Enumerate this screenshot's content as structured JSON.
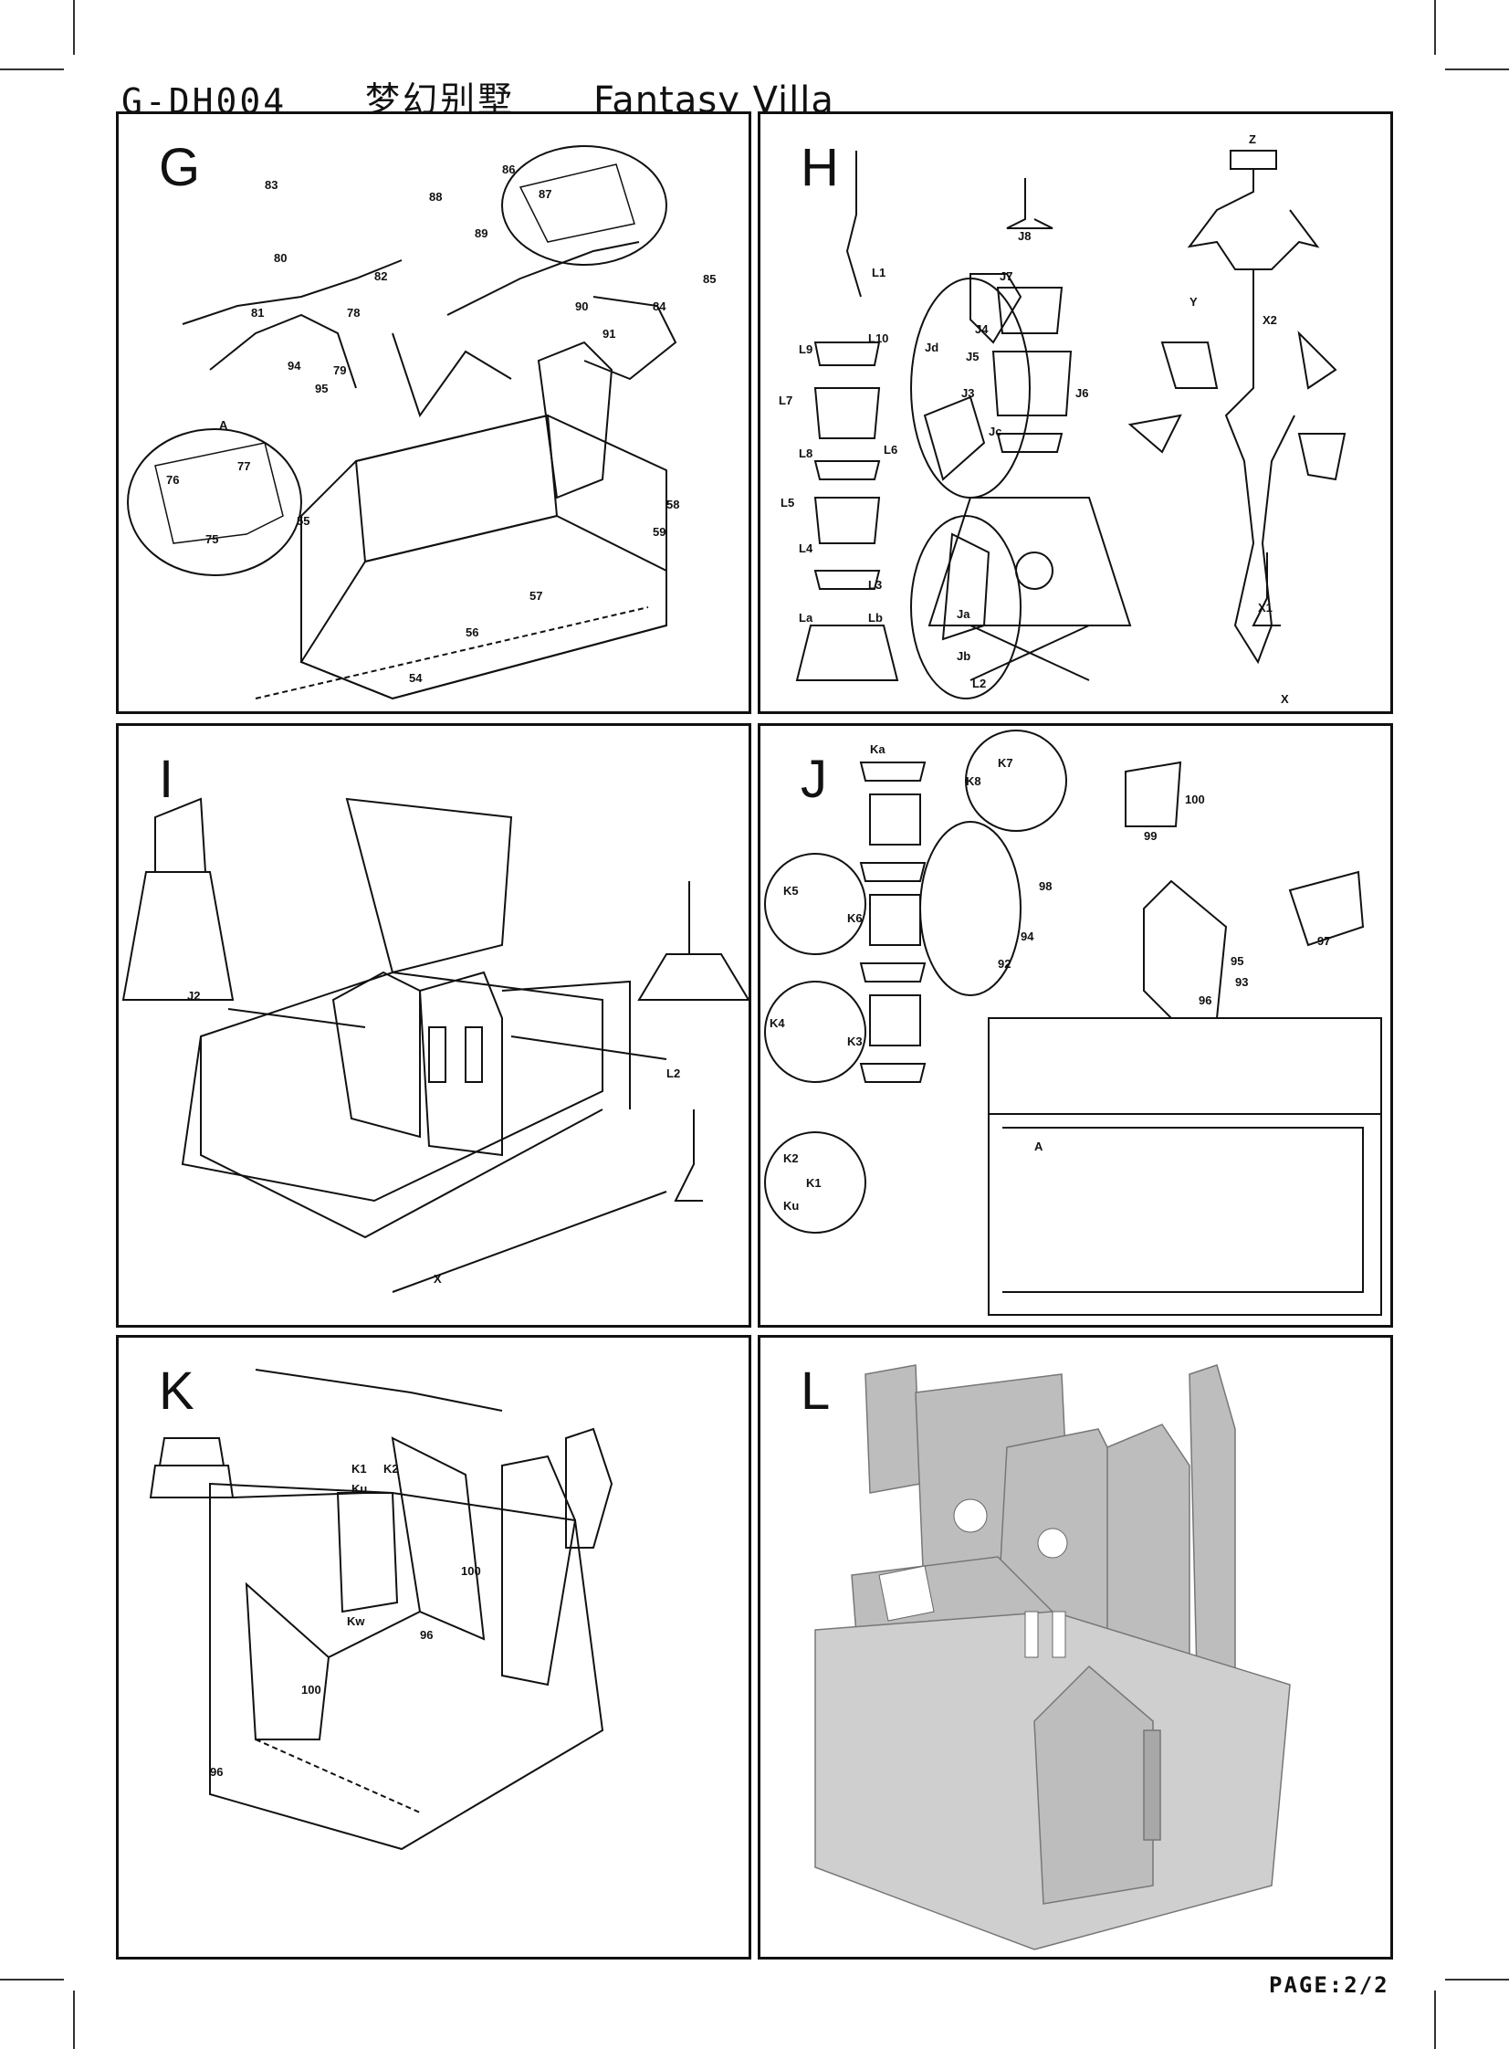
{
  "header": {
    "code": "G-DH004",
    "title_cn": "梦幻别墅",
    "title_en": "Fantasy Villa"
  },
  "footer": {
    "page": "PAGE:2/2"
  },
  "panels": {
    "G": {
      "letter": "G",
      "labels": [
        "83",
        "80",
        "82",
        "81",
        "78",
        "94",
        "95",
        "79",
        "76",
        "77",
        "75",
        "55",
        "54",
        "56",
        "57",
        "58",
        "59",
        "86",
        "87",
        "88",
        "89",
        "90",
        "91",
        "84",
        "85",
        "A"
      ]
    },
    "H": {
      "letter": "H",
      "labels": [
        "L1",
        "L10",
        "L9",
        "L7",
        "L8",
        "L6",
        "L5",
        "L4",
        "L3",
        "La",
        "Lb",
        "L2",
        "J4",
        "Jd",
        "J3",
        "Jc",
        "J8",
        "J7",
        "J5",
        "J6",
        "Ja",
        "Jb",
        "Z",
        "Y",
        "X2",
        "X1",
        "X"
      ]
    },
    "I": {
      "letter": "I",
      "labels": [
        "J2",
        "L2",
        "X"
      ]
    },
    "J": {
      "letter": "J",
      "labels": [
        "Ka",
        "K7",
        "K8",
        "K5",
        "K6",
        "K4",
        "K3",
        "K2",
        "K1",
        "Ku",
        "100",
        "99",
        "98",
        "97",
        "95",
        "94",
        "93",
        "92",
        "96",
        "A"
      ]
    },
    "K": {
      "letter": "K",
      "labels": [
        "K1",
        "K2",
        "Ku",
        "100",
        "Kw",
        "96"
      ]
    },
    "L": {
      "letter": "L"
    }
  }
}
